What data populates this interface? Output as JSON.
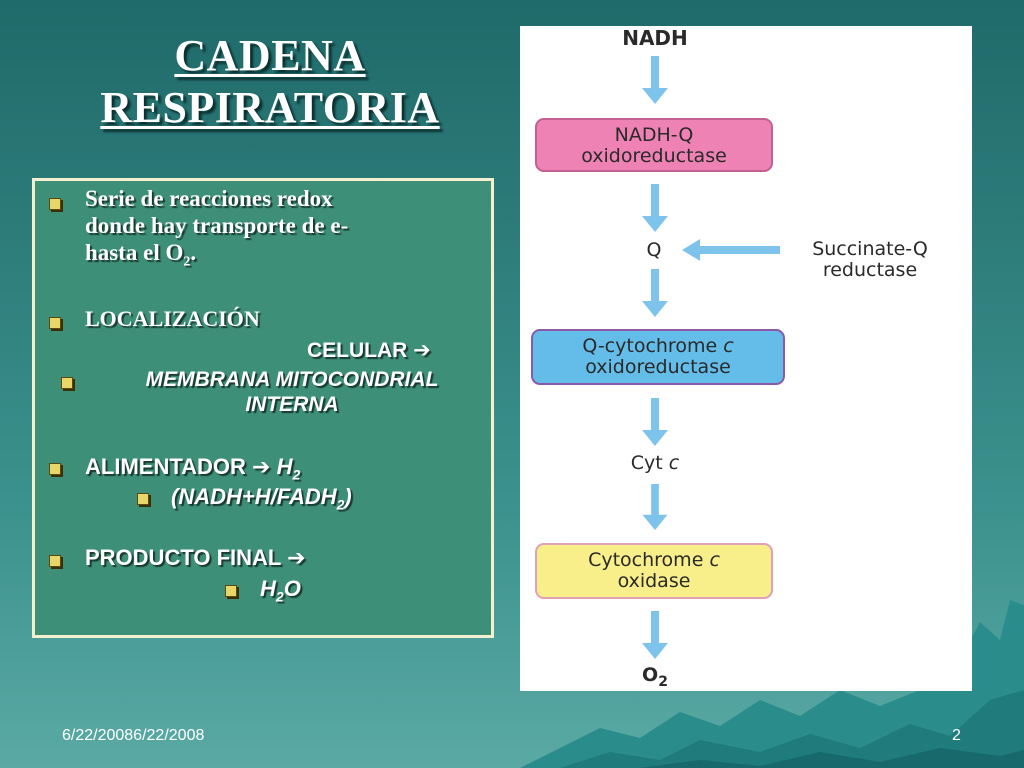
{
  "slide": {
    "title_line1": "CADENA",
    "title_line2": "RESPIRATORIA",
    "bullets": {
      "b1_line1": "Serie de reacciones redox",
      "b1_line2": "donde hay transporte de e-",
      "b1_line3_pre": "hasta el O",
      "b1_line3_sub": "2",
      "b1_line3_post": ".",
      "b2": "LOCALIZACIÓN",
      "b2_sub": "CELULAR",
      "b2_arrow": "➔",
      "b3_line1": "MEMBRANA MITOCONDRIAL",
      "b3_line2": "INTERNA",
      "b4": "ALIMENTADOR",
      "b4_arrow": "➔",
      "b4_h": "H",
      "b4_h_sub": "2",
      "b5_pre": "(NADH+H/FADH",
      "b5_sub": "2",
      "b5_post": ")",
      "b6": "PRODUCTO FINAL",
      "b6_arrow": "➔",
      "b7_h": "H",
      "b7_sub": "2",
      "b7_o": "O"
    },
    "footer": {
      "date": "6/22/20086/22/2008",
      "page": "2"
    }
  },
  "diagram": {
    "nadh": "NADH",
    "complex1_line1": "NADH-Q",
    "complex1_line2": "oxidoreductase",
    "q": "Q",
    "succinate_line1": "Succinate-Q",
    "succinate_line2": "reductase",
    "complex3_line1_pre": "Q-cytochrome ",
    "complex3_line1_c": "c",
    "complex3_line2": "oxidoreductase",
    "cytc_pre": "Cyt ",
    "cytc_c": "c",
    "complex4_line1_pre": "Cytochrome ",
    "complex4_line1_c": "c",
    "complex4_line2": "oxidase",
    "o2_pre": "O",
    "o2_sub": "2",
    "colors": {
      "complex1": "#ee82b4",
      "complex3": "#64bde9",
      "complex4": "#f8ef8a",
      "arrow": "#7ec3ec"
    }
  }
}
